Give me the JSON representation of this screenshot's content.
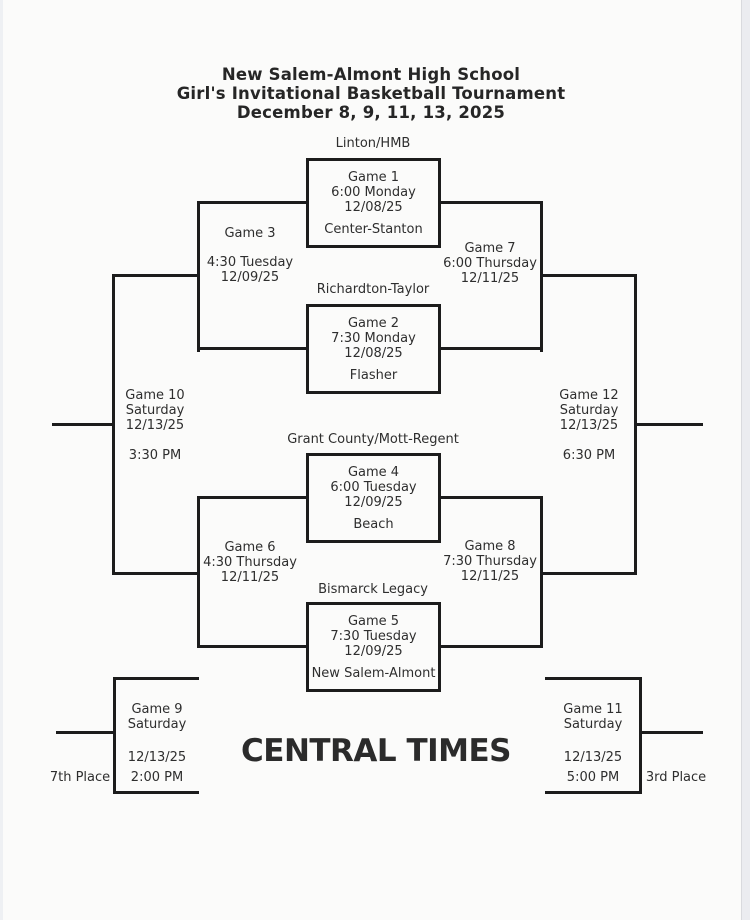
{
  "header": {
    "school": "New Salem-Almont High School",
    "event": "Girl's Invitational Basketball Tournament",
    "dates": "December 8, 9, 11, 13, 2025"
  },
  "note": "CENTRAL TIMES",
  "games": {
    "game1": {
      "title": "Game 1",
      "time": "6:00 Monday",
      "date": "12/08/25",
      "top_team": "Linton/HMB",
      "bottom_team": "Center-Stanton"
    },
    "game2": {
      "title": "Game 2",
      "time": "7:30 Monday",
      "date": "12/08/25",
      "top_team": "Richardton-Taylor",
      "bottom_team": "Flasher"
    },
    "game3": {
      "title": "Game 3",
      "time": "4:30 Tuesday",
      "date": "12/09/25"
    },
    "game4": {
      "title": "Game 4",
      "time": "6:00 Tuesday",
      "date": "12/09/25",
      "top_team": "Grant County/Mott-Regent",
      "bottom_team": "Beach"
    },
    "game5": {
      "title": "Game 5",
      "time": "7:30 Tuesday",
      "date": "12/09/25",
      "top_team": "Bismarck Legacy",
      "bottom_team": "New Salem-Almont"
    },
    "game6": {
      "title": "Game 6",
      "time": "4:30 Thursday",
      "date": "12/11/25"
    },
    "game7": {
      "title": "Game 7",
      "time": "6:00 Thursday",
      "date": "12/11/25"
    },
    "game8": {
      "title": "Game 8",
      "time": "7:30 Thursday",
      "date": "12/11/25"
    },
    "game9": {
      "title": "Game 9",
      "day": "Saturday",
      "date": "12/13/25",
      "time": "2:00 PM"
    },
    "game10": {
      "title": "Game 10",
      "day": "Saturday",
      "date": "12/13/25",
      "time": "3:30 PM"
    },
    "game11": {
      "title": "Game 11",
      "day": "Saturday",
      "date": "12/13/25",
      "time": "5:00 PM"
    },
    "game12": {
      "title": "Game 12",
      "day": "Saturday",
      "date": "12/13/25",
      "time": "6:30 PM"
    }
  },
  "placements": {
    "seventh": "7th Place",
    "third": "3rd Place"
  },
  "colors": {
    "line": "#1c1c1c",
    "text": "#2e2e2e",
    "paper": "#fbfbfa"
  }
}
